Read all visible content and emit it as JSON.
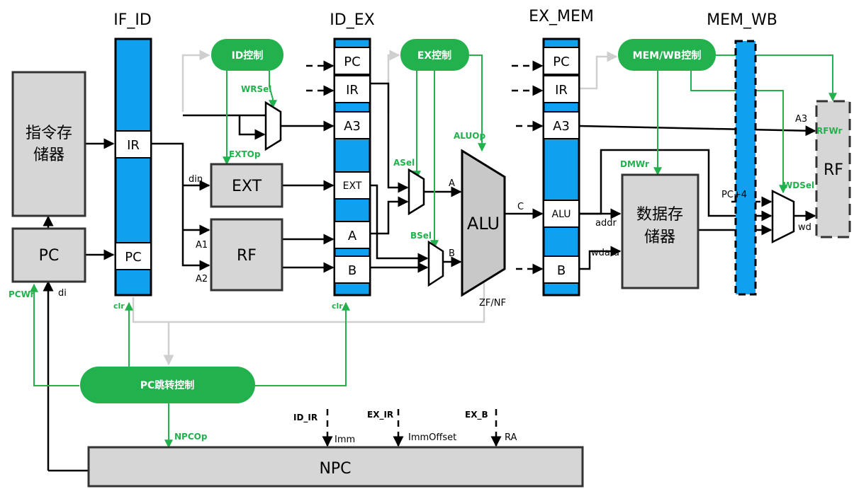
{
  "colors": {
    "ctrl_green": "#22b14c",
    "reg_blue": "#0fa0f0",
    "block_gray": "#d6d6d6",
    "wire_gray": "#cfcfcf"
  },
  "titles": {
    "if_id": "IF_ID",
    "id_ex": "ID_EX",
    "ex_mem": "EX_MEM",
    "mem_wb": "MEM_WB"
  },
  "blocks": {
    "imem": [
      "指令存",
      "储器"
    ],
    "pc": "PC",
    "ext": "EXT",
    "rf": "RF",
    "alu": "ALU",
    "dmem": [
      "数据存",
      "储器"
    ],
    "rf_wb": "RF",
    "npc": "NPC"
  },
  "cells": {
    "if_id_ir": "IR",
    "if_id_pc": "PC",
    "id_ex_pc": "PC",
    "id_ex_ir": "IR",
    "id_ex_a3": "A3",
    "id_ex_ext": "EXT",
    "id_ex_a": "A",
    "id_ex_b": "B",
    "ex_mem_pc": "PC",
    "ex_mem_ir": "IR",
    "ex_mem_a3": "A3",
    "ex_mem_alu": "ALU",
    "ex_mem_b": "B"
  },
  "controls": {
    "id": "ID控制",
    "ex": "EX控制",
    "memwb": "MEM/WB控制",
    "pcjump": "PC跳转控制"
  },
  "signals": {
    "wrsel": "WRSel",
    "extop": "EXTOp",
    "asel": "ASel",
    "aluop": "ALUOp",
    "bsel": "BSel",
    "dmwr": "DMWr",
    "rfwr": "RFWr",
    "wdsel": "WDSel",
    "pcwr": "PCWr",
    "npcop": "NPCOp",
    "clr1": "clr",
    "clr2": "clr"
  },
  "labels": {
    "din": "din",
    "a1": "A1",
    "a2": "A2",
    "a": "A",
    "b": "B",
    "c": "C",
    "zfnf": "ZF/NF",
    "addr": "addr",
    "wdata": "wdata",
    "a3": "A3",
    "pc4": "PC+4",
    "wd": "wd",
    "di": "di",
    "imm": "Imm",
    "immoffset": "ImmOffset",
    "ra": "RA",
    "id_ir": "ID_IR",
    "ex_ir": "EX_IR",
    "ex_b": "EX_B"
  }
}
